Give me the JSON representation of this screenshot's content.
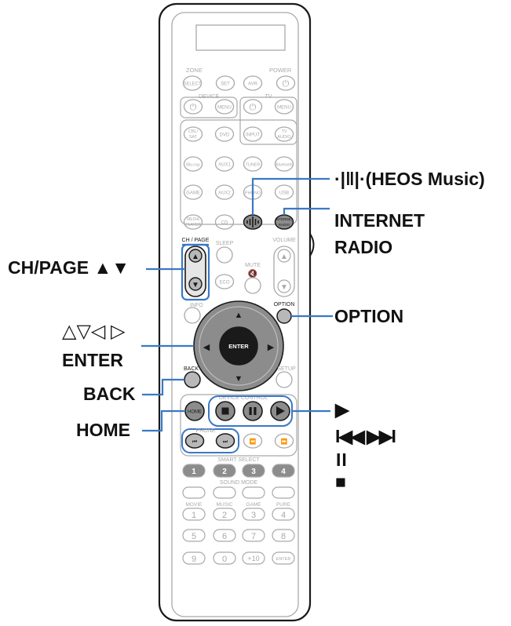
{
  "colors": {
    "callout": "#3a78c6",
    "outline": "#1a1a1a",
    "faint": "#a9a9a9",
    "active_fill": "#8c8c8c",
    "active_key": "#b8b8b8"
  },
  "remote": {
    "zone": "ZONE",
    "power": "POWER",
    "select": "SELECT",
    "set": "SET",
    "avr": "AVR",
    "device": "DEVICE",
    "tv": "TV",
    "menu": "MENU",
    "cbl_sat_1": "CBL/",
    "cbl_sat_2": "SAT",
    "dvd": "DVD",
    "input": "INPUT",
    "tv_audio_1": "TV",
    "tv_audio_2": "AUDIO",
    "bluray": "Blu-ray",
    "aux1": "AUX1",
    "tuner": "TUNER",
    "bluetooth": "Bluetooth",
    "game": "GAME",
    "aux2": "AUX2",
    "phono": "PHONO",
    "usb": "USB",
    "media_player_1": "MEDIA",
    "media_player_2": "PLAYER",
    "cd": "CD",
    "internet_radio_1": "INTERNET",
    "internet_radio_2": "RADIO",
    "ch_page": "CH / PAGE",
    "sleep": "SLEEP",
    "volume": "VOLUME",
    "mute": "MUTE",
    "eco": "ECO",
    "info": "INFO",
    "option": "OPTION",
    "enter": "ENTER",
    "back": "BACK",
    "setup": "SETUP",
    "home": "HOME",
    "device_control": "DEVICE CONTROL",
    "phone": "PHONE",
    "smart_select": "SMART SELECT",
    "smart_1": "1",
    "smart_2": "2",
    "smart_3": "3",
    "smart_4": "4",
    "sound_mode": "SOUND MODE",
    "movie": "MOVIE",
    "music": "MUSIC",
    "game_mode": "GAME",
    "pure": "PURE",
    "num_1": "1",
    "num_2": "2",
    "num_3": "3",
    "num_4": "4",
    "num_5": "5",
    "num_6": "6",
    "num_7": "7",
    "num_8": "8",
    "num_9": "9",
    "num_0": "0",
    "plus10": "+10",
    "enter_small": "ENTER"
  },
  "labels": {
    "heos": "(HEOS Music)",
    "internet": "INTERNET",
    "radio": "RADIO",
    "ch_page": "CH/PAGE ▲▼",
    "option": "OPTION",
    "arrows": "△▽◁ ▷",
    "enter": "ENTER",
    "back": "BACK",
    "home": "HOME",
    "play": "▶",
    "skip": "I◀◀ ▶▶I",
    "pause": "II",
    "stop": "■"
  }
}
